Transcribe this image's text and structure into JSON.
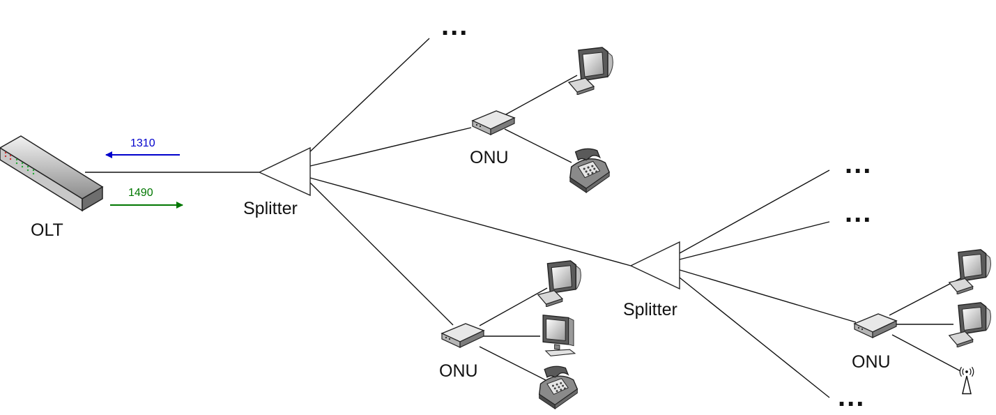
{
  "olt": {
    "label": "OLT"
  },
  "wavelengths": {
    "upstream": {
      "label": "1310",
      "color": "#0000cc"
    },
    "downstream": {
      "label": "1490",
      "color": "#007700"
    }
  },
  "splitters": [
    {
      "label": "Splitter"
    },
    {
      "label": "Splitter"
    }
  ],
  "onus": [
    {
      "label": "ONU",
      "devices": [
        "computer-icon",
        "telephone-icon"
      ]
    },
    {
      "label": "ONU",
      "devices": [
        "computer-icon",
        "monitor-icon",
        "telephone-icon"
      ]
    },
    {
      "label": "ONU",
      "devices": [
        "computer-icon",
        "computer-icon",
        "wireless-antenna-icon"
      ]
    }
  ],
  "ellipsis": "..."
}
